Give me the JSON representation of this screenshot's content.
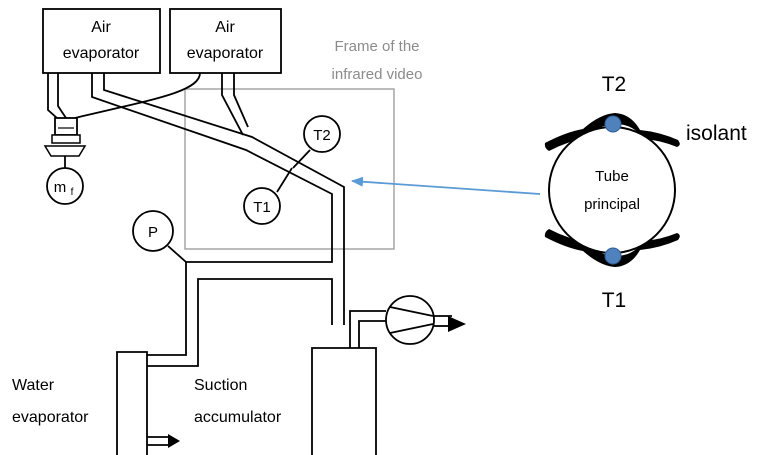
{
  "evaporators": [
    {
      "line1": "Air",
      "line2": "evaporator"
    },
    {
      "line1": "Air",
      "line2": "evaporator"
    }
  ],
  "frame_label": {
    "line1": "Frame of the",
    "line2": "infrared video"
  },
  "sensors": {
    "t1": "T1",
    "t2": "T2",
    "p": "P",
    "mf": "m",
    "mf_sub": "f"
  },
  "water_evaporator": {
    "line1": "Water",
    "line2": "evaporator"
  },
  "suction_accumulator": {
    "line1": "Suction",
    "line2": "accumulator"
  },
  "cross_section": {
    "top_label": "T2",
    "bottom_label": "T1",
    "side_label": "isolant",
    "tube_line1": "Tube",
    "tube_line2": "principal"
  },
  "colors": {
    "frame": "#a6a6a6",
    "arrow": "#5b9bd5",
    "sensor_dot": "#4f81bd"
  }
}
